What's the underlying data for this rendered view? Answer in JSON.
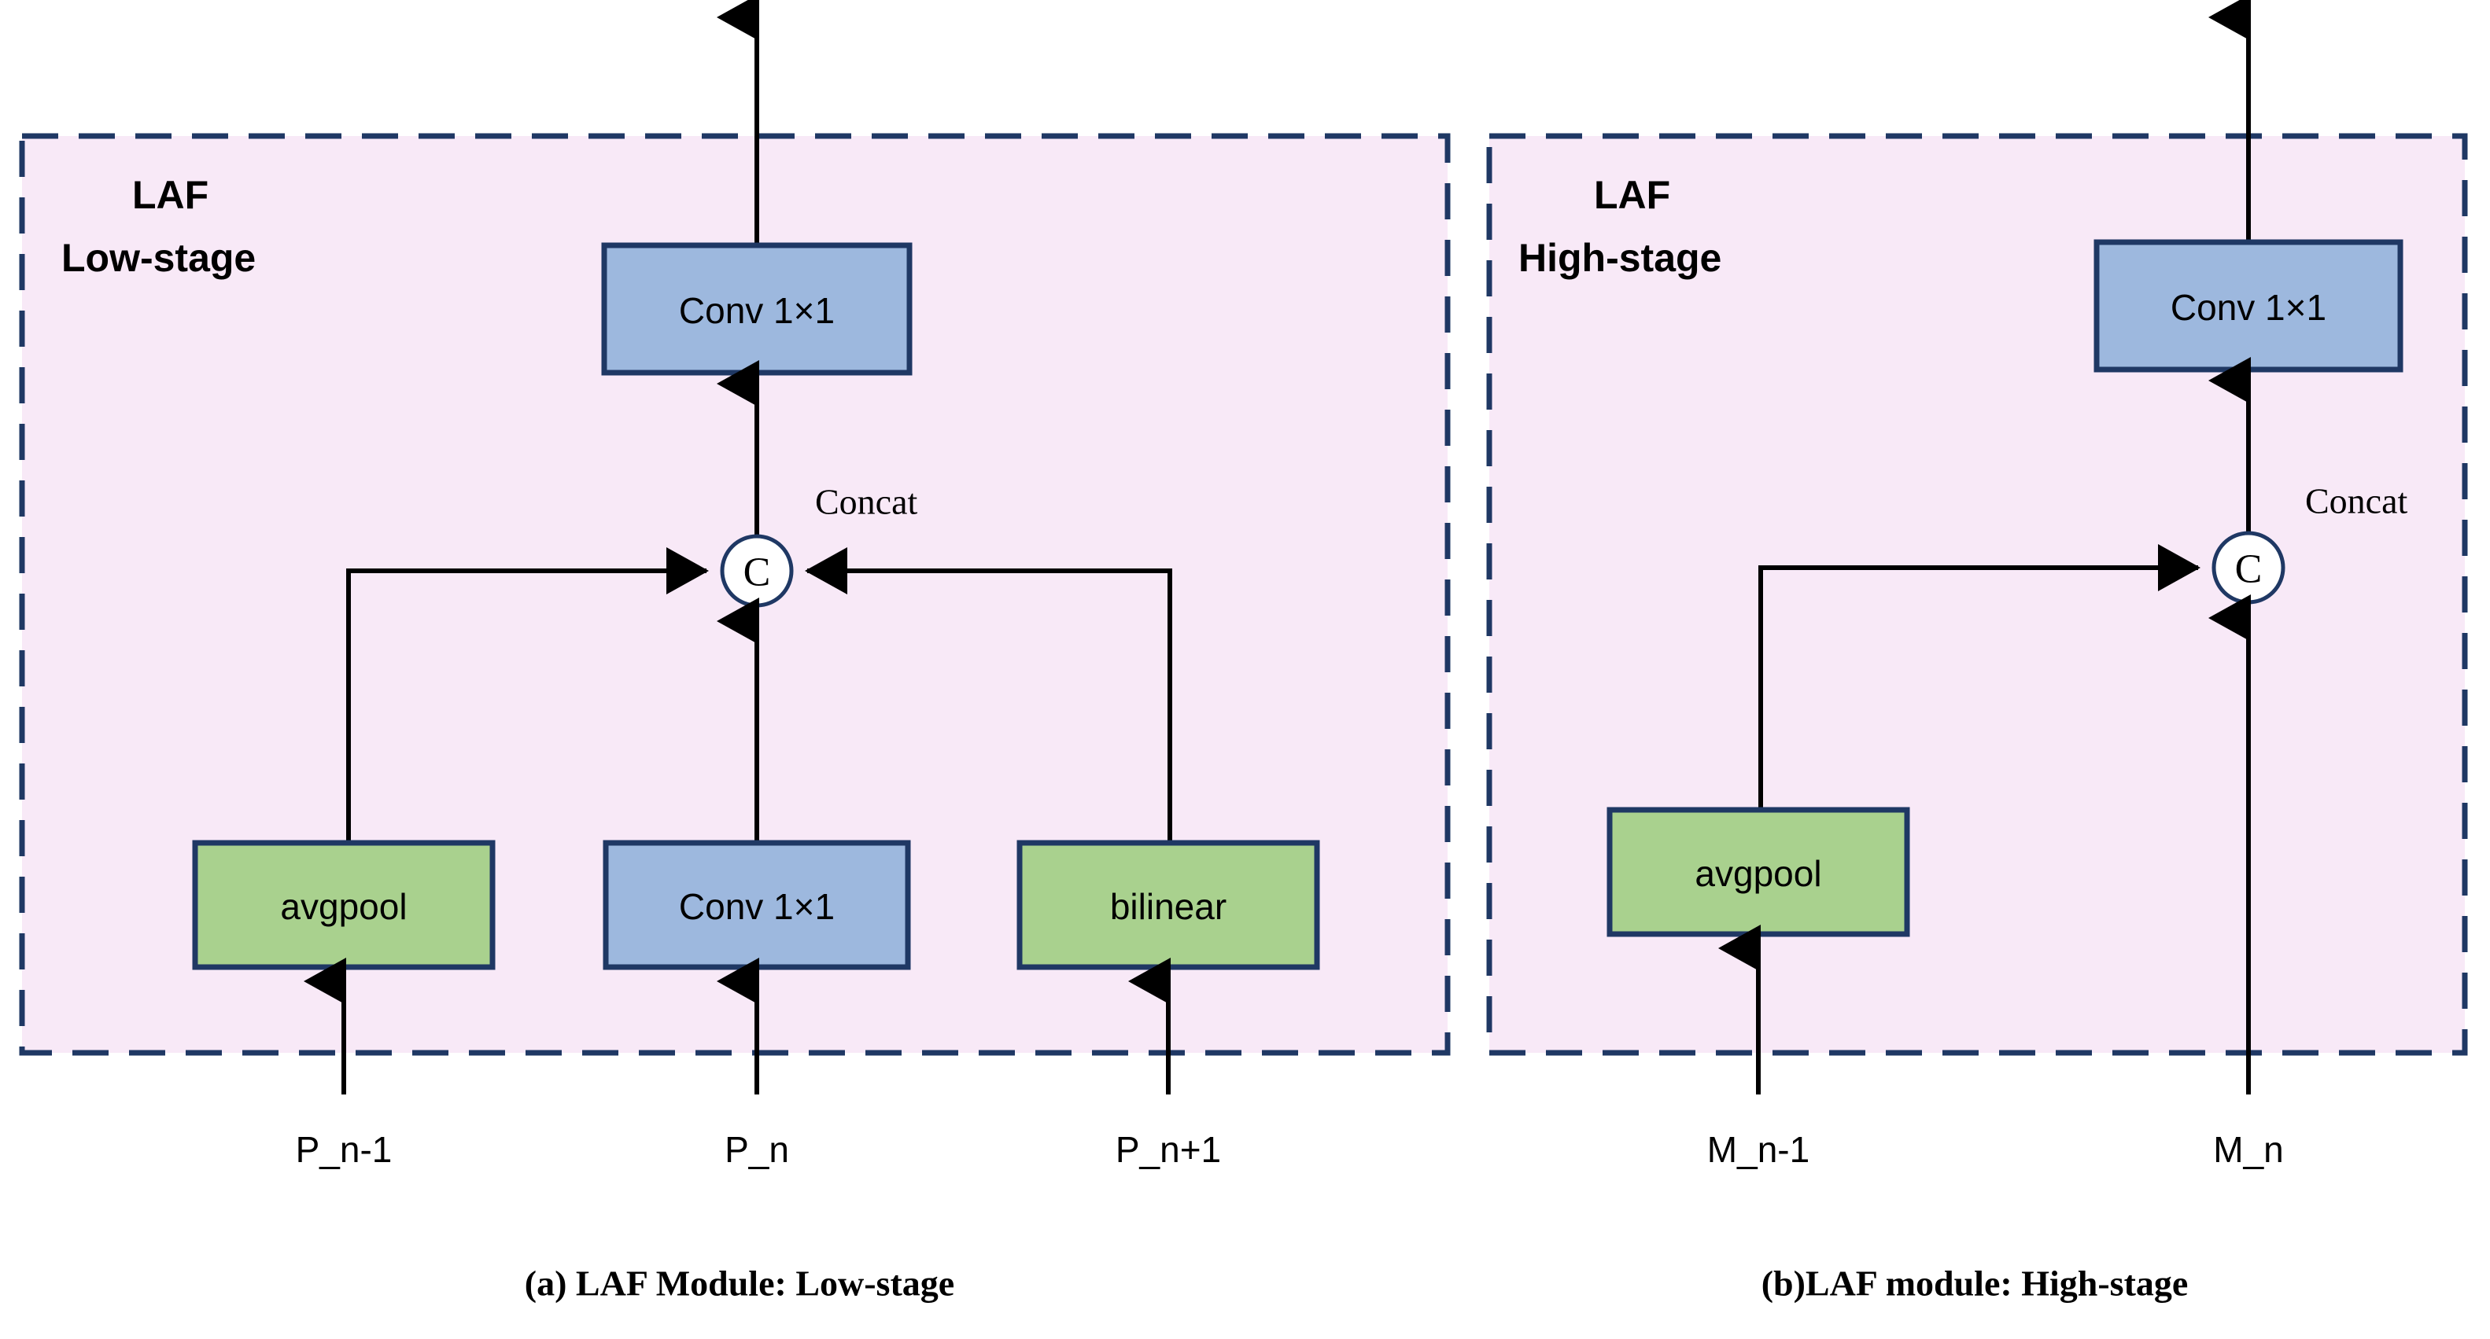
{
  "figure": {
    "background_color": "#ffffff",
    "panel_fill": "#f8e9f7",
    "panel_border_color": "#1f3864",
    "blue_node_color": "#9db8de",
    "green_node_color": "#a9d18e",
    "arrow_color": "#000000"
  },
  "panel_a": {
    "title_line1": "LAF",
    "title_line2": "Low-stage",
    "caption": "(a) LAF Module: Low-stage",
    "concat_label": "Concat",
    "concat_node_label": "C",
    "nodes": {
      "top_conv": "Conv 1×1",
      "avgpool": "avgpool",
      "mid_conv": "Conv 1×1",
      "bilinear": "bilinear"
    },
    "inputs": [
      "P_n-1",
      "P_n",
      "P_n+1"
    ]
  },
  "panel_b": {
    "title_line1": "LAF",
    "title_line2": "High-stage",
    "caption": "(b)LAF module: High-stage",
    "concat_label": "Concat",
    "concat_node_label": "C",
    "nodes": {
      "top_conv": "Conv 1×1",
      "avgpool": "avgpool"
    },
    "inputs": [
      "M_n-1",
      "M_n"
    ]
  }
}
